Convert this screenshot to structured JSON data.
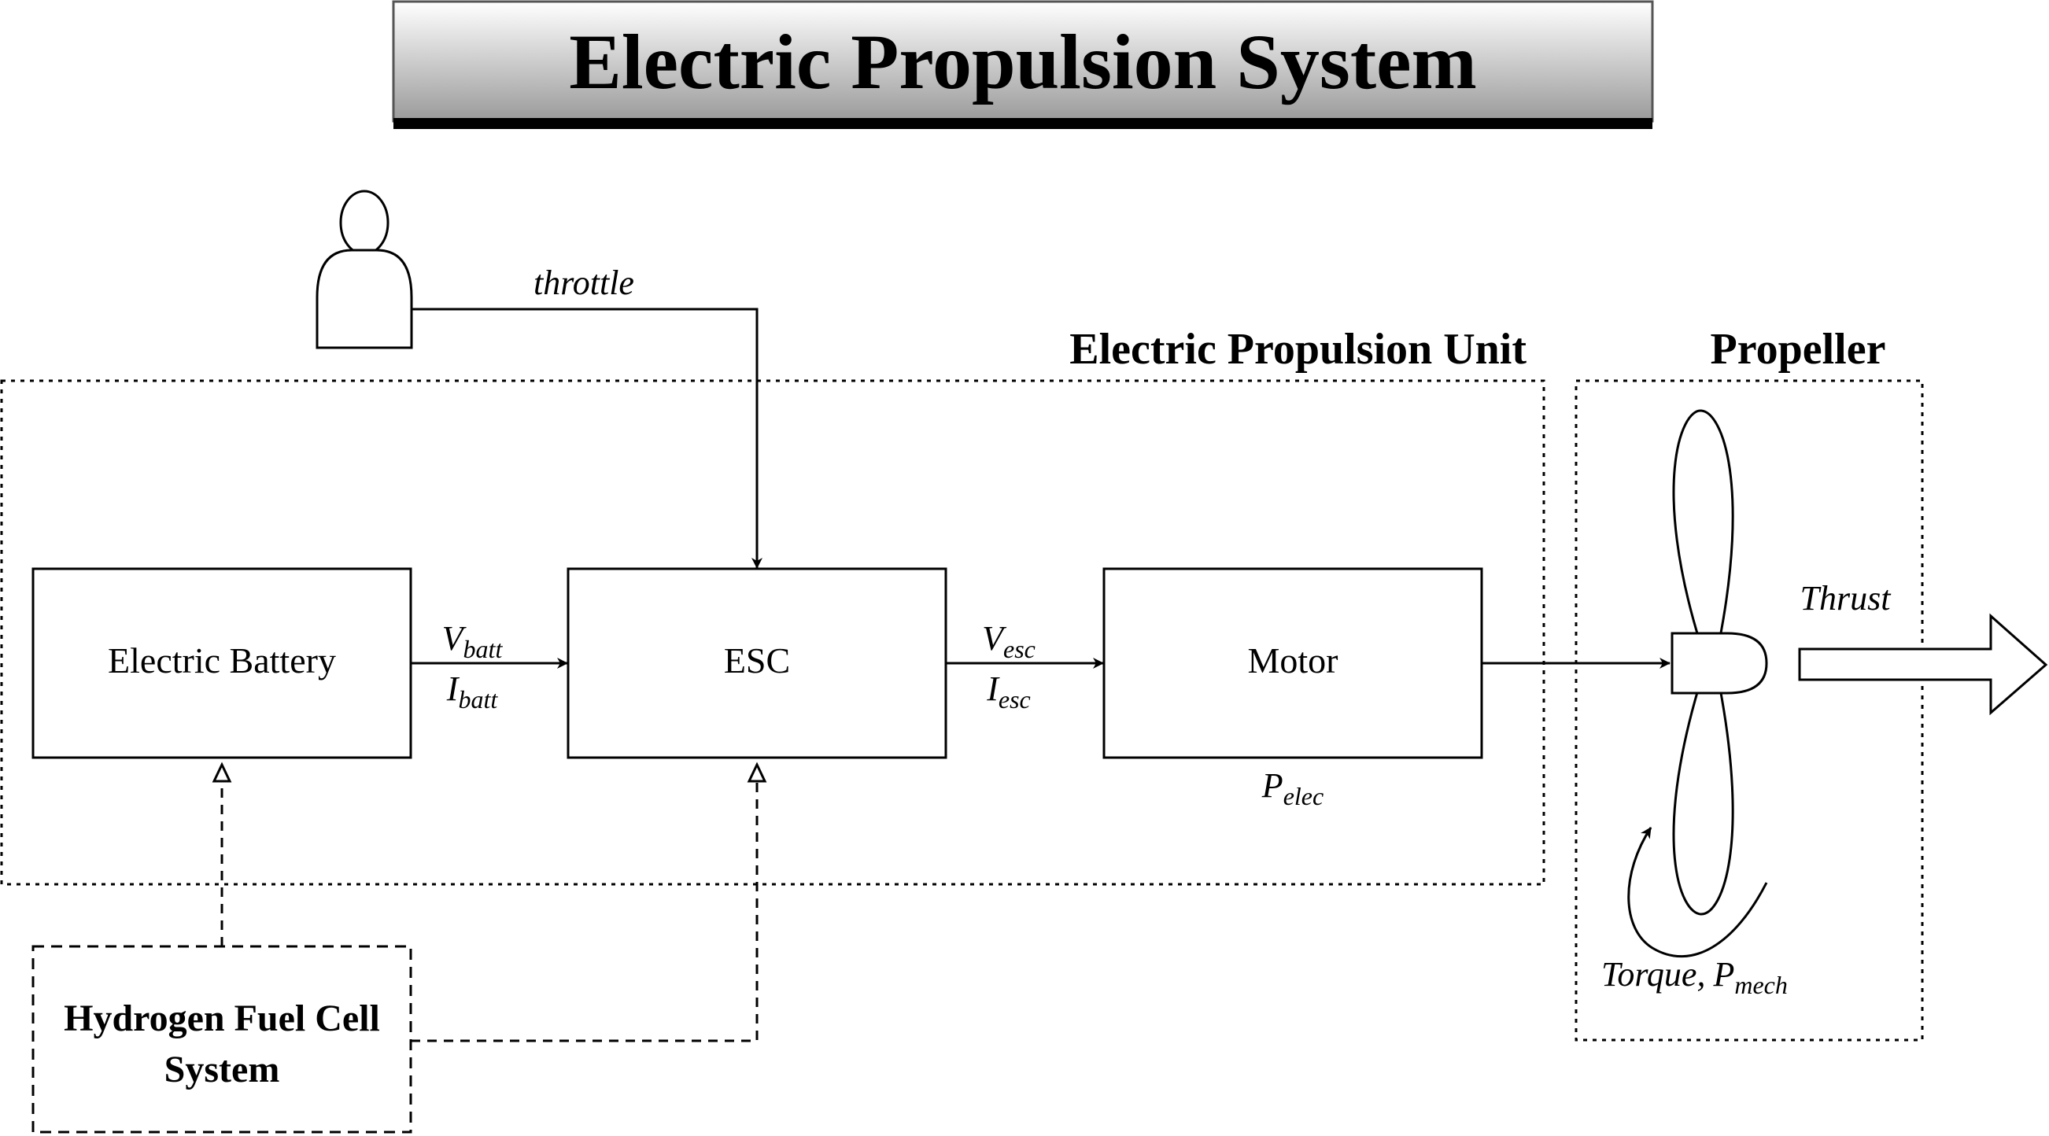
{
  "title": "Electric Propulsion System",
  "groups": {
    "propulsion_unit": "Electric Propulsion Unit",
    "propeller": "Propeller"
  },
  "blocks": {
    "battery": "Electric Battery",
    "esc": "ESC",
    "motor": "Motor",
    "fuel_cell_line1": "Hydrogen Fuel Cell",
    "fuel_cell_line2": "System"
  },
  "signals": {
    "throttle": "throttle",
    "v_batt": {
      "base": "V",
      "sub": "batt"
    },
    "i_batt": {
      "base": "I",
      "sub": "batt"
    },
    "v_esc": {
      "base": "V",
      "sub": "esc"
    },
    "i_esc": {
      "base": "I",
      "sub": "esc"
    },
    "p_elec": {
      "base": "P",
      "sub": "elec"
    },
    "thrust": "Thrust",
    "torque": "Torque,",
    "p_mech": {
      "base": "P",
      "sub": "mech"
    }
  },
  "colors": {
    "stroke": "#000000",
    "title_gradient_top": "#ffffff",
    "title_gradient_bottom": "#9a9a9a"
  }
}
